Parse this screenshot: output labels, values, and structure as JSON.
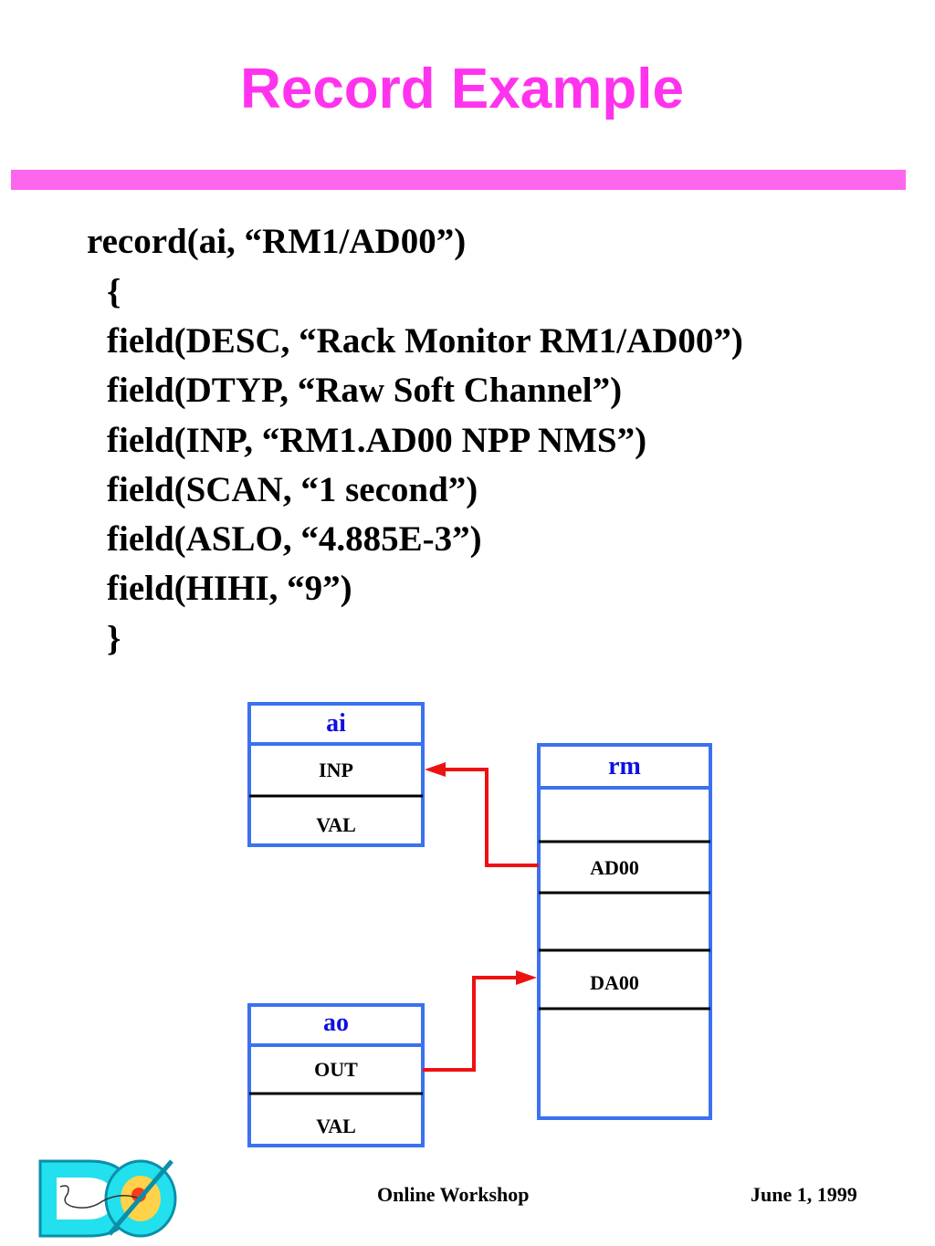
{
  "title": "Record Example",
  "code_lines": [
    "record(ai, “RM1/AD00”)",
    "{",
    "field(DESC, “Rack Monitor RM1/AD00”)",
    "field(DTYP, “Raw Soft Channel”)",
    "field(INP, “RM1.AD00 NPP NMS”)",
    "field(SCAN, “1 second”)",
    "field(ASLO, “4.885E-3”)",
    "field(HIHI, “9”)",
    "}"
  ],
  "diagram": {
    "ai": {
      "header": "ai",
      "rows": [
        "INP",
        "VAL"
      ]
    },
    "ao": {
      "header": "ao",
      "rows": [
        "OUT",
        "VAL"
      ]
    },
    "rm": {
      "header": "rm",
      "rows": [
        "",
        "AD00",
        "",
        "DA00",
        ""
      ]
    },
    "box_color": "#3a72f0",
    "header_text_color": "#1010e0",
    "arrow_color": "#ee1111"
  },
  "footer": {
    "center": "Online Workshop",
    "right": "June 1, 1999",
    "logo": "DØ"
  },
  "colors": {
    "title": "#ff33ee",
    "title_bar": "#ff66ee"
  }
}
